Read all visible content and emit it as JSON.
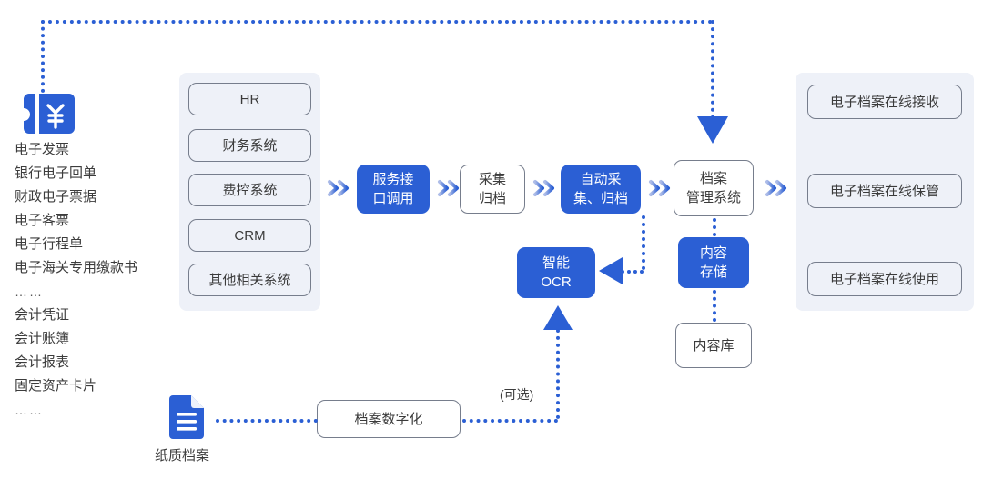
{
  "colors": {
    "accent_blue": "#2b5fd4",
    "panel_bg": "#eef1f8",
    "box_border": "#767d8c",
    "text": "#3c3c3c"
  },
  "sources": {
    "icon": "invoice-icon",
    "items": [
      "电子发票",
      "银行电子回单",
      "财政电子票据",
      "电子客票",
      "电子行程单",
      "电子海关专用缴款书",
      "……",
      "会计凭证",
      "会计账簿",
      "会计报表",
      "固定资产卡片",
      "……"
    ]
  },
  "systems_panel": {
    "items": [
      "HR",
      "财务系统",
      "费控系统",
      "CRM",
      "其他相关系统"
    ]
  },
  "pipeline": {
    "service_api": "服务接口调用",
    "collect_archive": "采集\n归档",
    "collect_archive_line1": "采集",
    "collect_archive_line2": "归档",
    "service_api_line1": "服务接",
    "service_api_line2": "口调用",
    "auto_collect_line1": "自动采",
    "auto_collect_line2": "集、归档",
    "archive_mgmt_line1": "档案",
    "archive_mgmt_line2": "管理系统",
    "content_store_line1": "内容",
    "content_store_line2": "存储",
    "content_library": "内容库",
    "ocr_line1": "智能",
    "ocr_line2": "OCR"
  },
  "outputs_panel": {
    "items": [
      "电子档案在线接收",
      "电子档案在线保管",
      "电子档案在线使用"
    ]
  },
  "bottom": {
    "paper_icon": "document-icon",
    "paper_label": "纸质档案",
    "digitize_label": "档案数字化",
    "optional_label": "(可选)"
  }
}
